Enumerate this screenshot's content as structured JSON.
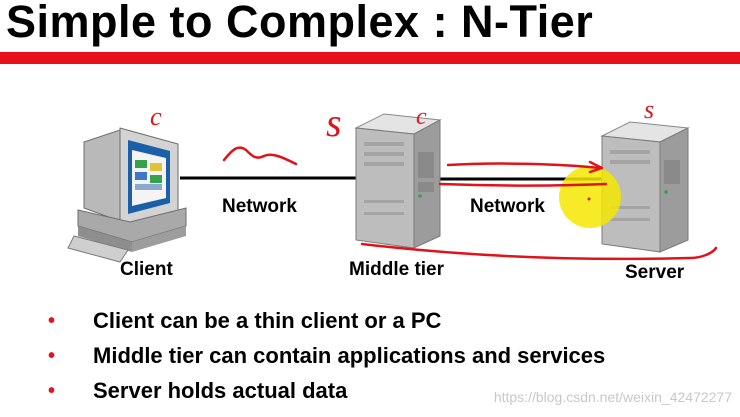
{
  "title": "Simple to Complex : N-Tier",
  "nodes": {
    "client": "Client",
    "middle": "Middle tier",
    "server": "Server"
  },
  "links": {
    "network_left": "Network",
    "network_right": "Network"
  },
  "annotations": {
    "client_mark": "c",
    "middle_mark_s": "s",
    "middle_mark_c": "c",
    "server_mark": "s"
  },
  "bullets": [
    {
      "marker": "•",
      "text": "Client can be a thin client or a PC"
    },
    {
      "marker": "•",
      "text": "Middle tier can contain applications and services"
    },
    {
      "marker": "•",
      "text": "Server holds actual data"
    }
  ],
  "watermark": "https://blog.csdn.net/weixin_42472277",
  "colors": {
    "accent_red": "#e8101a",
    "pointer_yellow": "#f6e600"
  }
}
